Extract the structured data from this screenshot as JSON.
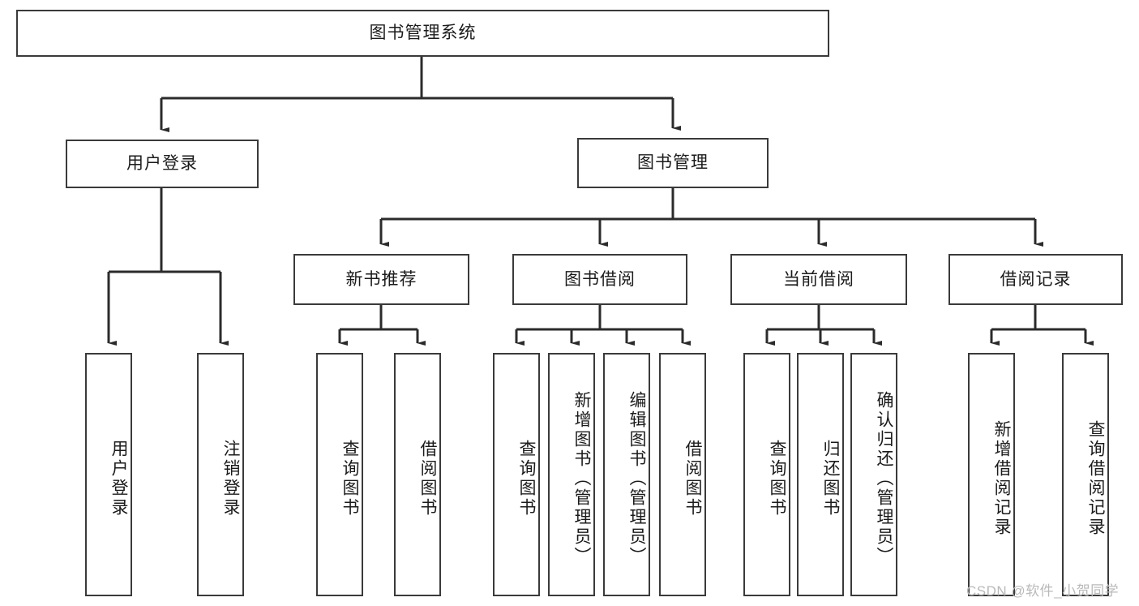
{
  "diagram": {
    "title": "图书管理系统",
    "type": "tree",
    "orientation": "top-down",
    "root": {
      "label": "图书管理系统",
      "text_direction": "horizontal"
    },
    "level1": [
      {
        "label": "用户登录",
        "text_direction": "horizontal"
      },
      {
        "label": "图书管理",
        "text_direction": "horizontal"
      }
    ],
    "level2": [
      {
        "label": "新书推荐",
        "parent": "图书管理",
        "text_direction": "horizontal"
      },
      {
        "label": "图书借阅",
        "parent": "图书管理",
        "text_direction": "horizontal"
      },
      {
        "label": "当前借阅",
        "parent": "图书管理",
        "text_direction": "horizontal"
      },
      {
        "label": "借阅记录",
        "parent": "图书管理",
        "text_direction": "horizontal"
      }
    ],
    "leaves": [
      {
        "label": "用户登录",
        "parent": "用户登录",
        "text_direction": "vertical"
      },
      {
        "label": "注销登录",
        "parent": "用户登录",
        "text_direction": "vertical"
      },
      {
        "label": "查询图书",
        "parent": "新书推荐",
        "text_direction": "vertical"
      },
      {
        "label": "借阅图书",
        "parent": "新书推荐",
        "text_direction": "vertical"
      },
      {
        "label": "查询图书",
        "parent": "图书借阅",
        "text_direction": "vertical"
      },
      {
        "label": "新增图书（管理员）",
        "parent": "图书借阅",
        "text_direction": "vertical"
      },
      {
        "label": "编辑图书（管理员）",
        "parent": "图书借阅",
        "text_direction": "vertical"
      },
      {
        "label": "借阅图书",
        "parent": "图书借阅",
        "text_direction": "vertical"
      },
      {
        "label": "查询图书",
        "parent": "当前借阅",
        "text_direction": "vertical"
      },
      {
        "label": "归还图书",
        "parent": "当前借阅",
        "text_direction": "vertical"
      },
      {
        "label": "确认归还（管理员）",
        "parent": "当前借阅",
        "text_direction": "vertical"
      },
      {
        "label": "新增借阅记录",
        "parent": "借阅记录",
        "text_direction": "vertical"
      },
      {
        "label": "查询借阅记录",
        "parent": "借阅记录",
        "text_direction": "vertical"
      }
    ],
    "colors": {
      "box_border": "#3a3a3a",
      "box_fill": "#ffffff",
      "connector": "#2b2b2b",
      "text": "#1b1b1b",
      "watermark": "#b9b9b9",
      "background": "#ffffff"
    }
  },
  "watermark": {
    "text": "CSDN @软件_小贺同学"
  }
}
